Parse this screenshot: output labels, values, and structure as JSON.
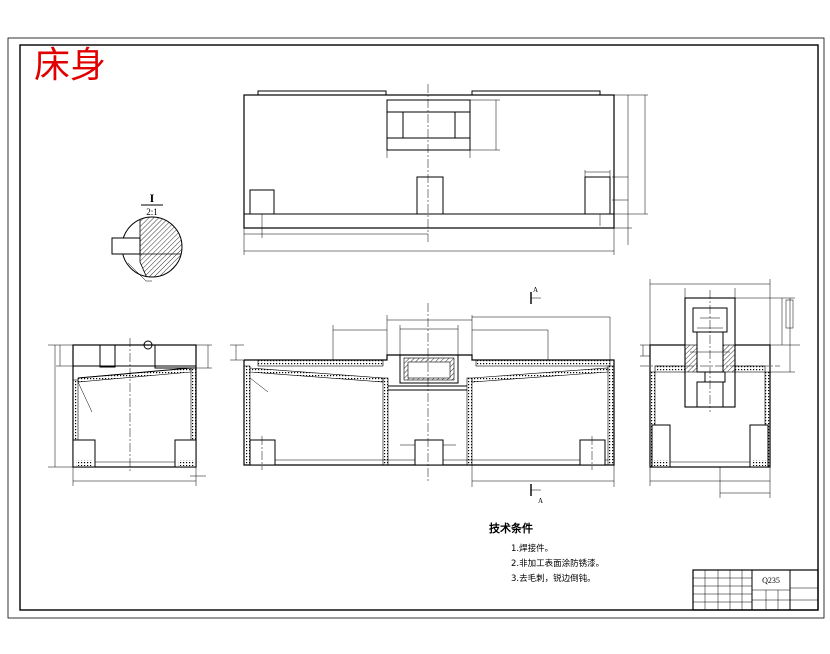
{
  "title": "床身",
  "colors": {
    "title": "#e00000",
    "line": "#000000",
    "paper": "#ffffff"
  },
  "detail": {
    "label": "I",
    "scale": "2:1"
  },
  "section_marks": {
    "top": "A",
    "bottom": "A"
  },
  "tech_requirements": {
    "heading": "技术条件",
    "items": [
      "1.焊接件。",
      "2.非加工表面涂防锈漆。",
      "3.去毛刺，锐边倒钝。"
    ]
  },
  "title_block": {
    "material": "Q235"
  }
}
